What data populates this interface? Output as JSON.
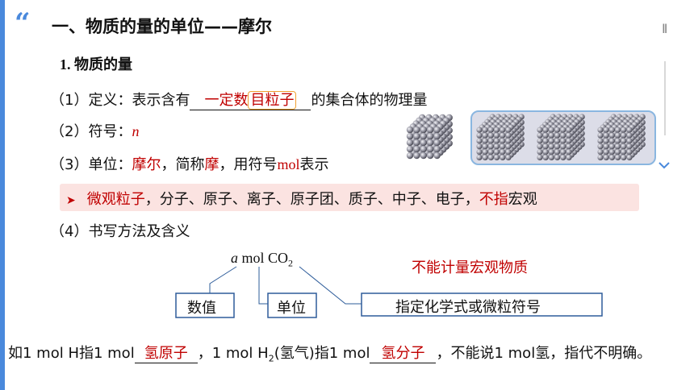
{
  "header": {
    "quote_mark": "“",
    "title": "一、物质的量的单位——摩尔",
    "pause_icon": "II"
  },
  "section": {
    "subtitle": "1. 物质的量"
  },
  "definition": {
    "prefix": "（1）定义：表示含有",
    "blank": "一定数目粒子",
    "suffix": "的集合体的物理量"
  },
  "symbol": {
    "prefix": "（2）符号：",
    "value": "n"
  },
  "unit": {
    "prefix": "（3）单位：",
    "unit_name": "摩尔",
    "mid1": "，简称",
    "short": "摩",
    "mid2": "，用符号",
    "symbol": "mol",
    "suffix": "表示"
  },
  "note": {
    "arrow": "➤",
    "term": "微观粒子",
    "list": "，分子、原子、离子、原子团、质子、中子、电子，",
    "neg": "不指",
    "tail": "宏观"
  },
  "writing": {
    "label": "（4）书写方法及含义"
  },
  "diagram": {
    "formula_a": "a",
    "formula_mol": " mol CO",
    "formula_sub": "2",
    "warning": "不能计量宏观物质",
    "box_value": "数值",
    "box_unit": "单位",
    "box_formula": "指定化学式或微粒符号"
  },
  "example": {
    "p1": "如1 mol H指1 mol",
    "b1": "氢原子",
    "p2": "，1 mol H",
    "sub": "2",
    "p3": "(氢气)指1 mol",
    "b2": "氢分子",
    "p4": "，不能说1 mol氢，指代不明确。"
  },
  "colors": {
    "accent": "#4a89dc",
    "red": "#c00000",
    "highlight": "#fbe3e1",
    "diagram_line": "#2e5c9a"
  }
}
